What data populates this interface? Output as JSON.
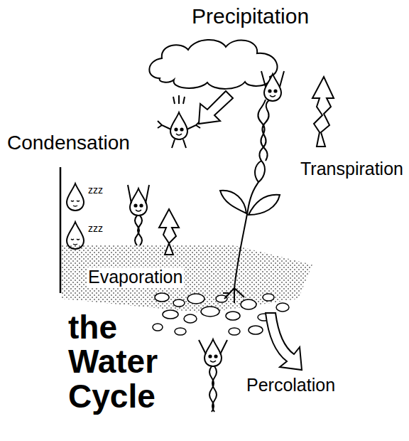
{
  "diagram": {
    "title": "the Water Cycle",
    "labels": [
      "Precipitation",
      "Condensation",
      "zzz",
      "zzz",
      "Transpiration",
      "Evaporation",
      "Percolation"
    ]
  }
}
